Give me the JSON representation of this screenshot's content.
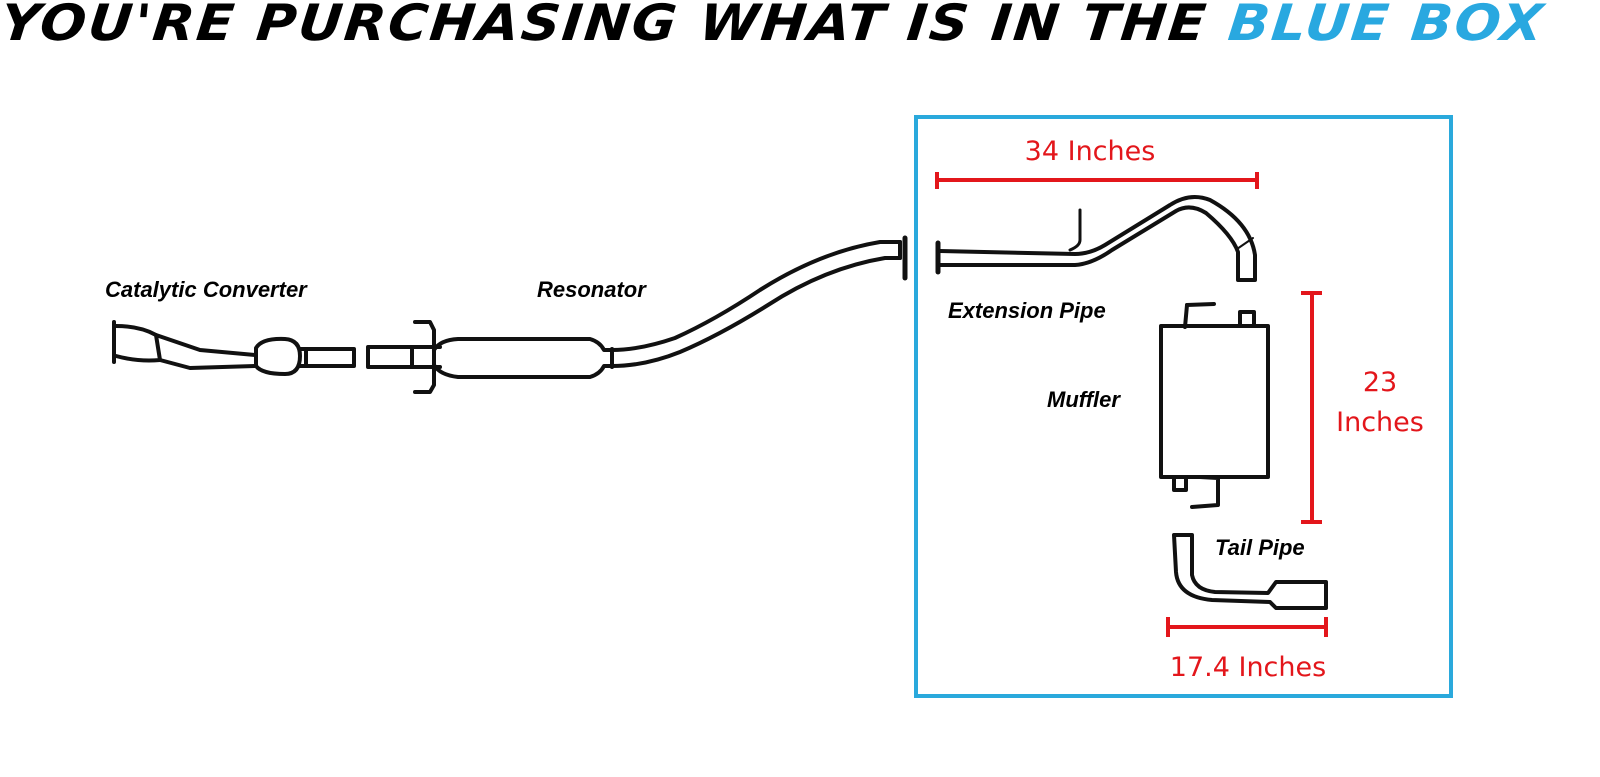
{
  "title": {
    "prefix": "YOU'RE PURCHASING WHAT IS IN THE",
    "highlight": "BLUE BOX"
  },
  "colors": {
    "highlight": "#29a8e0",
    "box": "#2aa9dc",
    "measurement": "#e3161b"
  },
  "labels": {
    "catalytic_converter": "Catalytic Converter",
    "resonator": "Resonator",
    "extension_pipe": "Extension Pipe",
    "muffler": "Muffler",
    "tail_pipe": "Tail Pipe"
  },
  "measurements": {
    "extension_length": "34 Inches",
    "muffler_height_value": "23",
    "muffler_height_unit": "Inches",
    "tail_length": "17.4 Inches"
  }
}
